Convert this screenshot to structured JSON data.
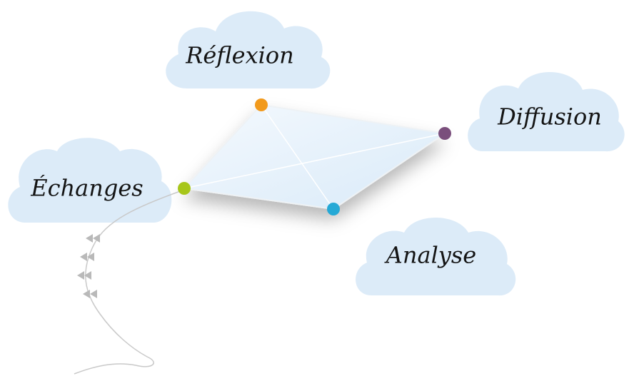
{
  "labels": {
    "reflexion": "Réflexion",
    "diffusion": "Diffusion",
    "echanges": "Échanges",
    "analyse": "Analyse"
  },
  "colors": {
    "cloud": "#dcebf8",
    "kite_fill": "#e3f0fb",
    "kite_edge": "#eef2f5",
    "string": "#c9c9c9",
    "bow": "#b9b9b9",
    "dot_reflexion": "#f29a1c",
    "dot_diffusion": "#7a4e7c",
    "dot_echanges": "#a7c61a",
    "dot_analyse": "#25a9d6"
  }
}
